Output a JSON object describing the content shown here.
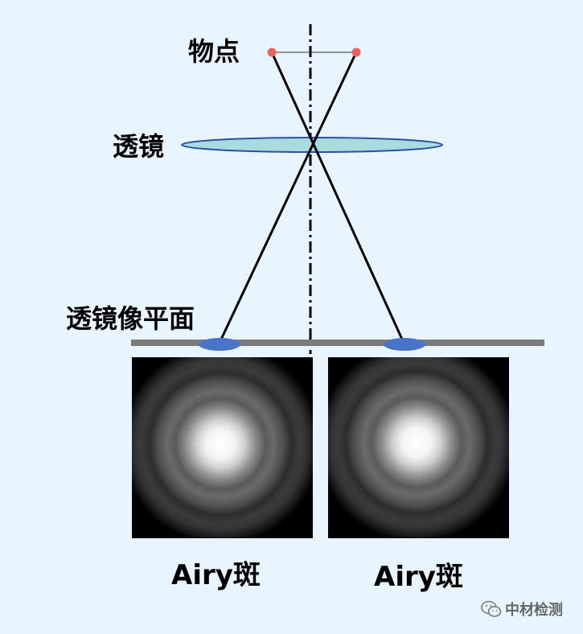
{
  "labels": {
    "object_point": "物点",
    "lens": "透镜",
    "image_plane": "透镜像平面",
    "airy_left": "Airy斑",
    "airy_right": "Airy斑"
  },
  "watermark": {
    "text": "中材检测",
    "icon": "wechat-icon"
  },
  "colors": {
    "background": "#e9f5fe",
    "object_point": "#f0605a",
    "lens_fill": "#a9dcdf",
    "lens_stroke": "#2f4f9f",
    "ray": "#000000",
    "image_plane": "#7a7a7a",
    "spot": "#4a74c8"
  }
}
